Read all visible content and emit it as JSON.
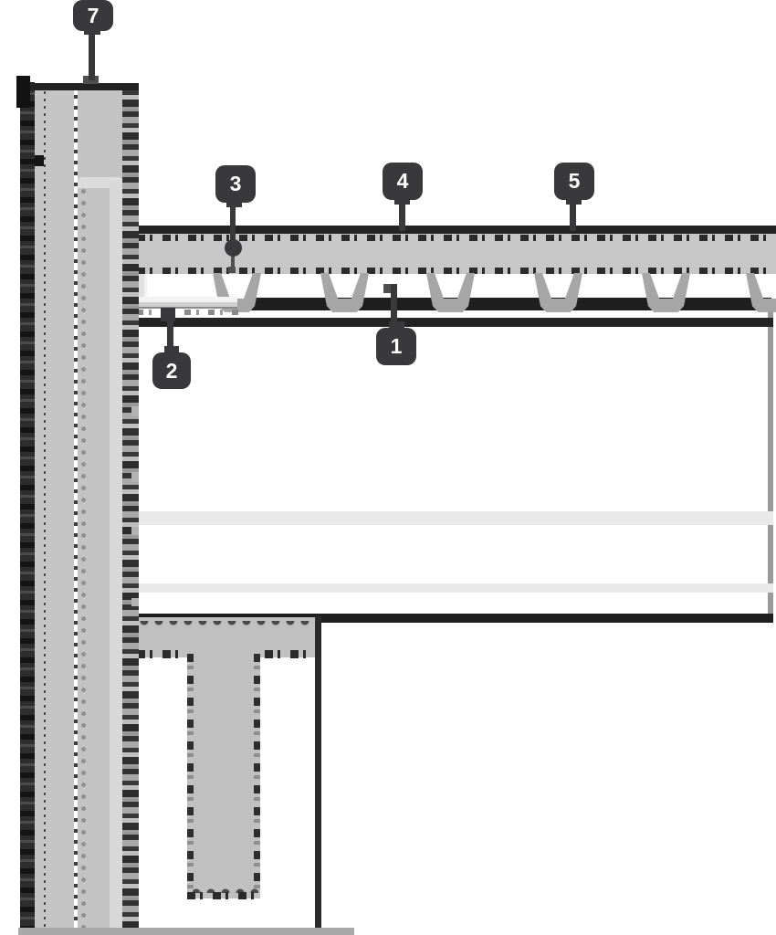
{
  "diagram": {
    "kind": "construction-detail-section",
    "background": "#ffffff",
    "callouts": [
      {
        "label": "7"
      },
      {
        "label": "3"
      },
      {
        "label": "4"
      },
      {
        "label": "5"
      },
      {
        "label": "1"
      },
      {
        "label": "2"
      }
    ],
    "colors": {
      "badge": "#39393b",
      "badge_text": "#ffffff",
      "wall_gray": "#c5c5c5",
      "wall_inner_light": "#d8d8d8",
      "slab_gray": "#c7c7c7",
      "beam_gray": "#c0c0c0",
      "rib_gray": "#a6a6a6",
      "line_dark": "#232323",
      "deck_dark": "#1f1f1f",
      "band_light": "#e9e9e9",
      "angle_light": "#e7e7e7",
      "cut_gray": "#9a9a9a",
      "bottom_band": "#a9a9a9"
    }
  }
}
